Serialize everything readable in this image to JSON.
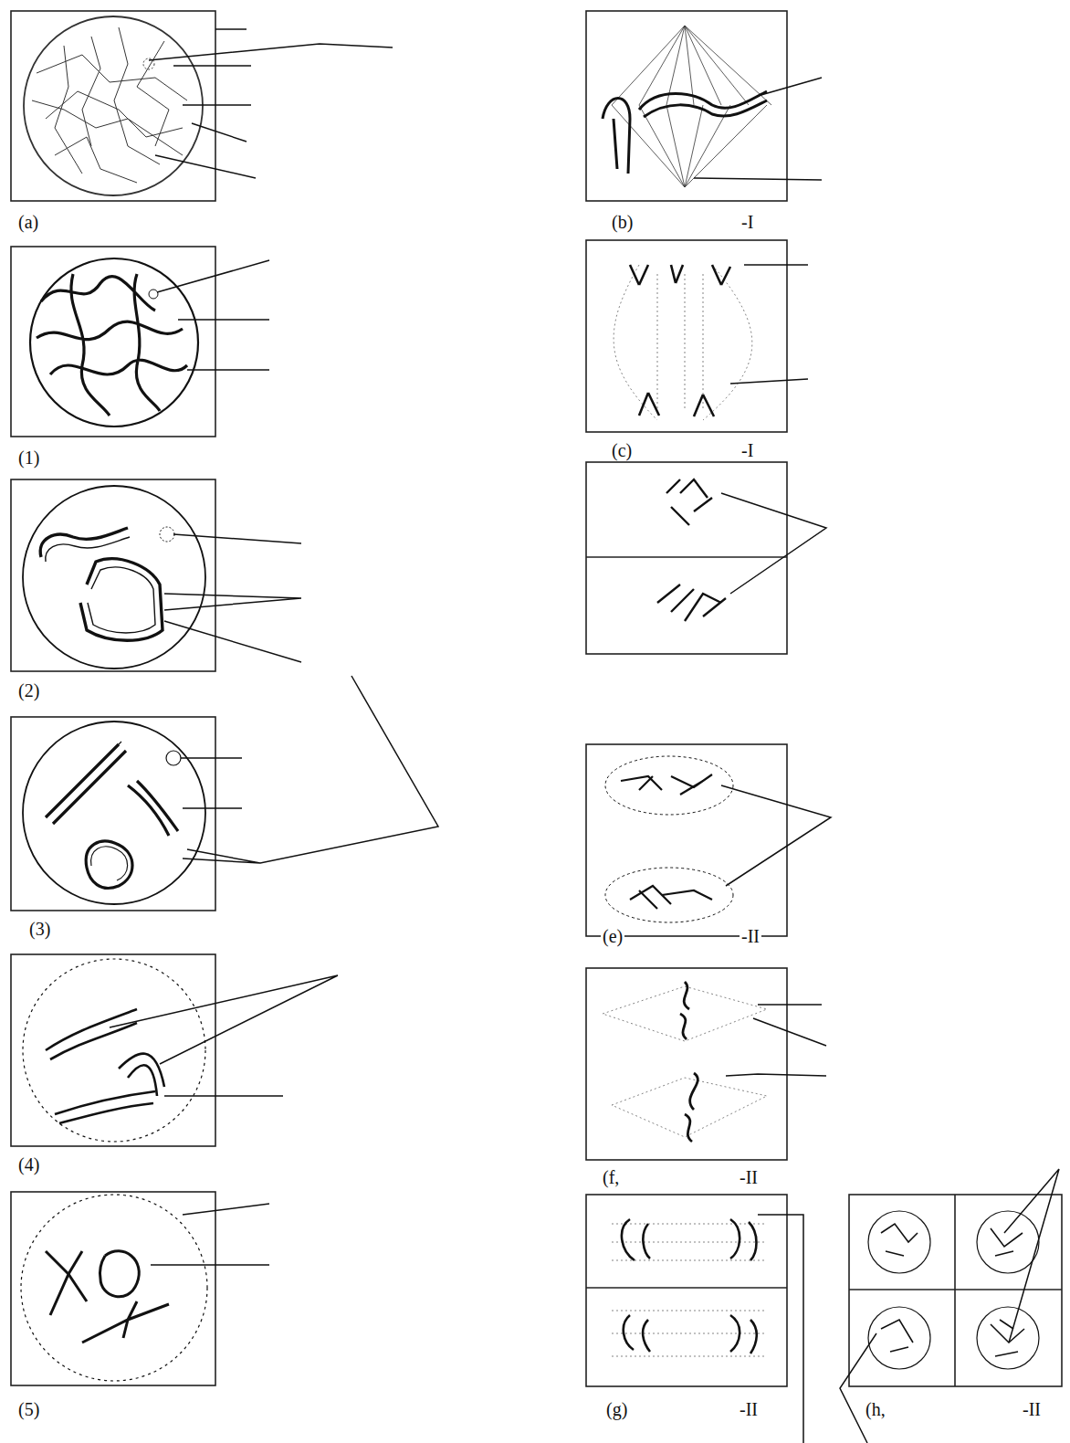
{
  "diagram": {
    "labels": [
      "(a)",
      "(b)",
      "-I",
      "(1)",
      "(c)",
      "-I",
      "(2)",
      "(3)",
      "(e)",
      "-II",
      "(4)",
      "(f,",
      "-II",
      "(5)",
      "(g)",
      "-II",
      "(h,",
      "-II"
    ]
  }
}
